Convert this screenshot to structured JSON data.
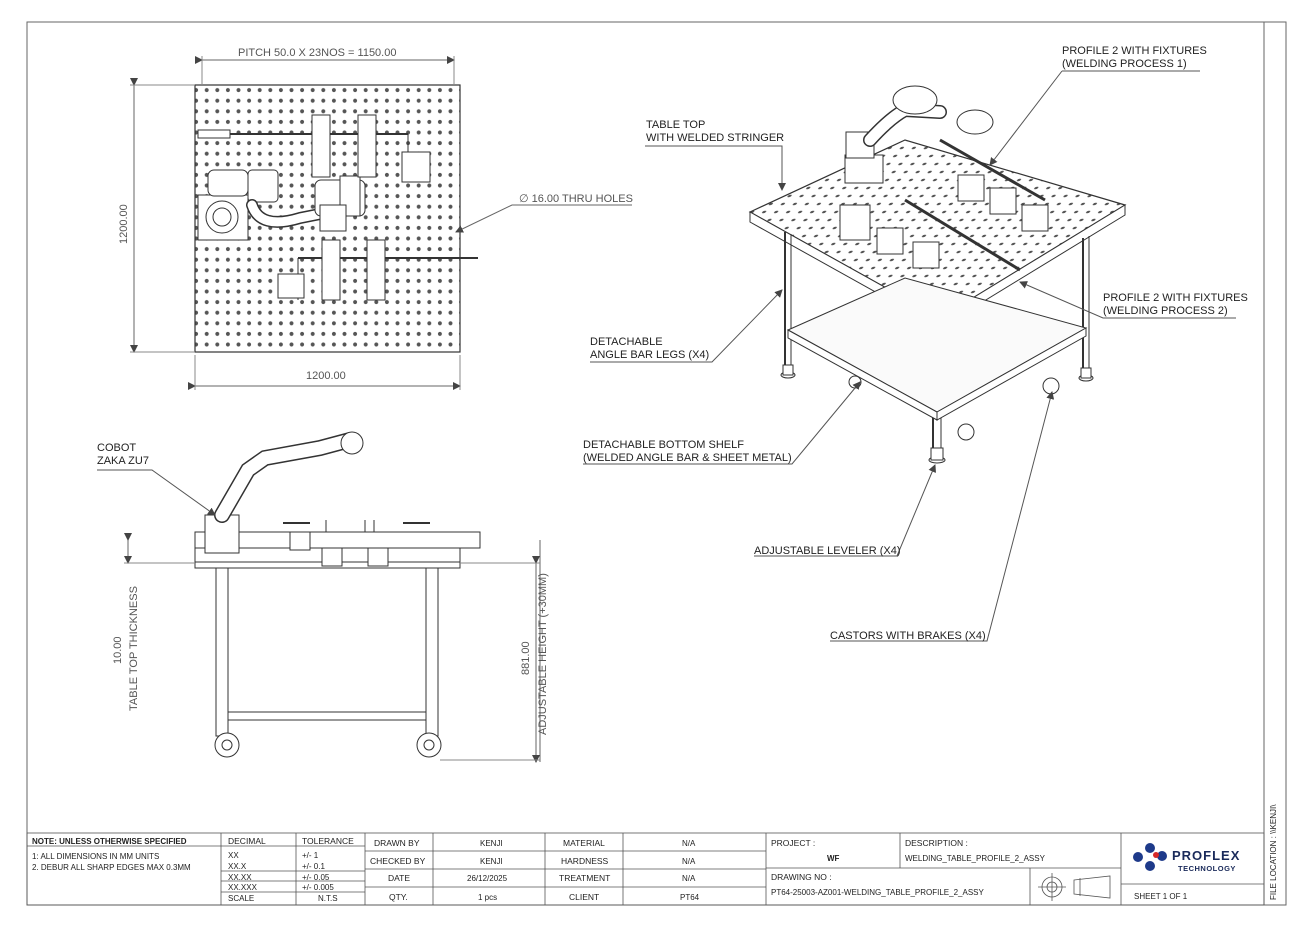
{
  "plan_view": {
    "pitch_label": "PITCH 50.0 X 23NOS = 1150.00",
    "width_label": "1200.00",
    "height_label": "1200.00",
    "holes_label": "∅ 16.00 THRU HOLES"
  },
  "iso_callouts": {
    "table_top": [
      "TABLE TOP",
      "WITH WELDED STRINGER"
    ],
    "profile_p1": [
      "PROFILE 2 WITH FIXTURES",
      "(WELDING PROCESS 1)"
    ],
    "profile_p2": [
      "PROFILE 2 WITH FIXTURES",
      "(WELDING PROCESS 2)"
    ],
    "legs": [
      "DETACHABLE",
      "ANGLE BAR LEGS (X4)"
    ],
    "shelf": [
      "DETACHABLE BOTTOM SHELF",
      "(WELDED ANGLE BAR & SHEET METAL)"
    ],
    "leveler": "ADJUSTABLE LEVELER (X4)",
    "castors": "CASTORS WITH BRAKES (X4)"
  },
  "side_view": {
    "cobot": [
      "COBOT",
      "ZAKA ZU7"
    ],
    "thickness_value": "10.00",
    "thickness_label": "TABLE TOP THICKNESS",
    "height_value": "881.00",
    "height_label": "ADJUSTABLE HEIGHT (+30MM)"
  },
  "title_block": {
    "notes_title": "NOTE: UNLESS OTHERWISE SPECIFIED",
    "notes": [
      "1: ALL DIMENSIONS IN MM UNITS",
      "2. DEBUR ALL SHARP EDGES MAX 0.3MM"
    ],
    "decimal_header": "DECIMAL",
    "tolerance_header": "TOLERANCE",
    "tolerances": [
      {
        "d": "XX",
        "t": "+/- 1"
      },
      {
        "d": "XX.X",
        "t": "+/- 0.1"
      },
      {
        "d": "XX.XX",
        "t": "+/- 0.05"
      },
      {
        "d": "XX.XXX",
        "t": "+/- 0.005"
      },
      {
        "d": "SCALE",
        "t": "N.T.S"
      }
    ],
    "drawn_by_label": "DRAWN BY",
    "drawn_by": "KENJI",
    "checked_by_label": "CHECKED BY",
    "checked_by": "KENJI",
    "date_label": "DATE",
    "date": "26/12/2025",
    "qty_label": "QTY.",
    "qty": "1 pcs",
    "material_label": "MATERIAL",
    "material": "N/A",
    "hardness_label": "HARDNESS",
    "hardness": "N/A",
    "treatment_label": "TREATMENT",
    "treatment": "N/A",
    "client_label": "CLIENT",
    "client": "PT64",
    "project_label": "PROJECT :",
    "project": "WF",
    "description_label": "DESCRIPTION :",
    "description": "WELDING_TABLE_PROFILE_2_ASSY",
    "drawing_no_label": "DRAWING NO :",
    "drawing_no": "PT64-25003-AZ001-WELDING_TABLE_PROFILE_2_ASSY",
    "sheet": "SHEET 1 OF 1",
    "logo_main": "PROFLEX",
    "logo_sub": "TECHNOLOGY",
    "file_location": "FILE LOCATION : \\\\KENJI\\"
  },
  "colors": {
    "line": "#333333",
    "dim": "#666666",
    "logo_blue": "#1e3a8a",
    "logo_red": "#d62828"
  }
}
